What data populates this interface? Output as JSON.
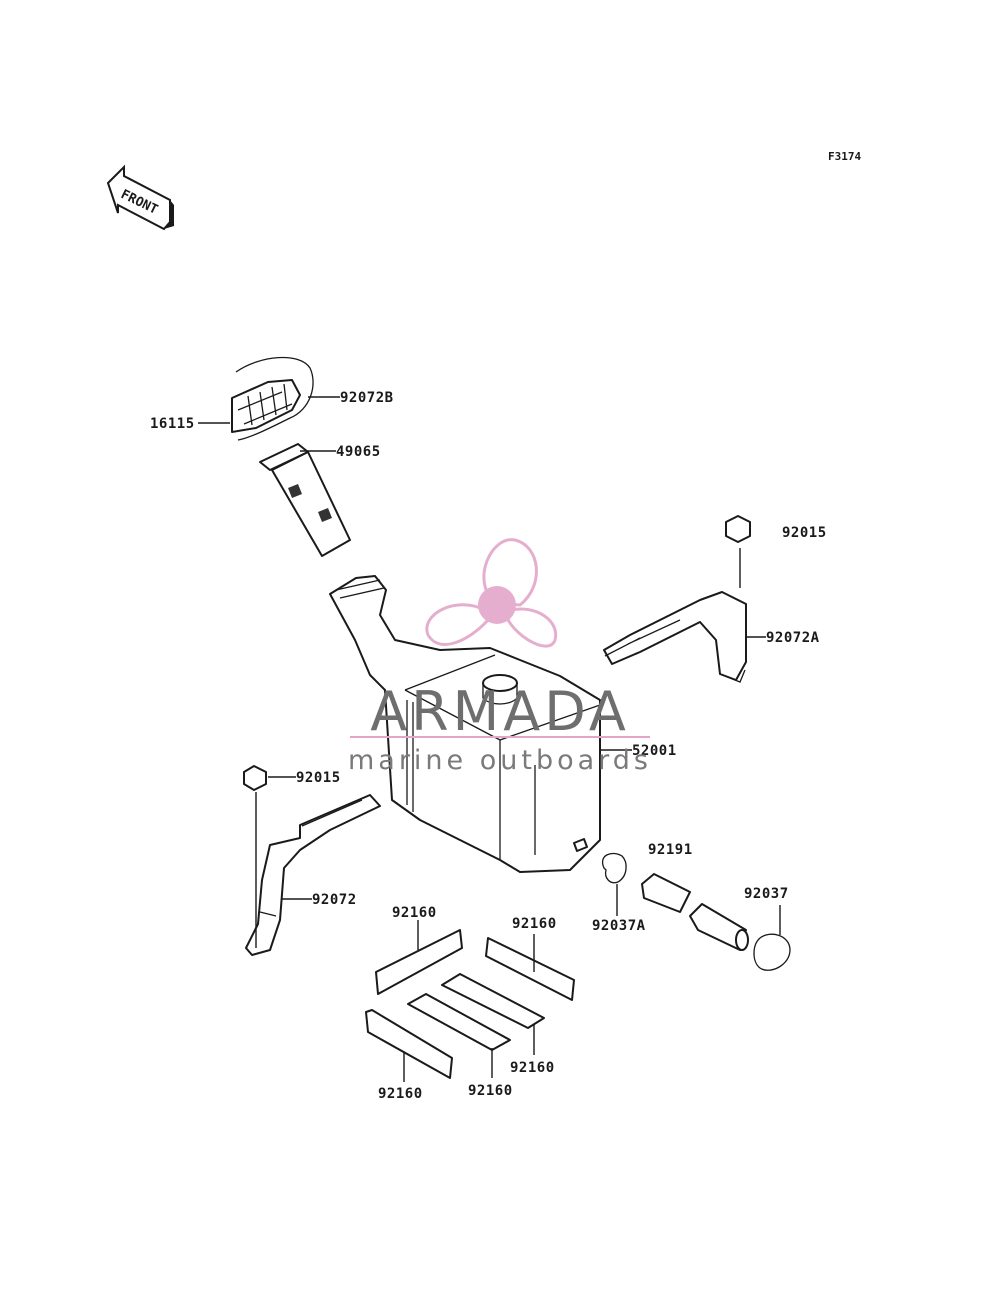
{
  "diagram_code": "F3174",
  "front_indicator": "FRONT",
  "watermark": {
    "brand": "ARMADA",
    "tagline": "marine outboards",
    "accent_color": "#e3a6c9",
    "text_color": "#6e6e6e"
  },
  "parts": {
    "p92072B": "92072B",
    "p16115": "16115",
    "p49065": "49065",
    "p92015_right": "92015",
    "p92072A": "92072A",
    "p52001": "52001",
    "p92015_left": "92015",
    "p92072": "92072",
    "p92191": "92191",
    "p92037A": "92037A",
    "p92037": "92037",
    "p92160_a": "92160",
    "p92160_b": "92160",
    "p92160_c": "92160",
    "p92160_d": "92160",
    "p92160_e": "92160"
  }
}
